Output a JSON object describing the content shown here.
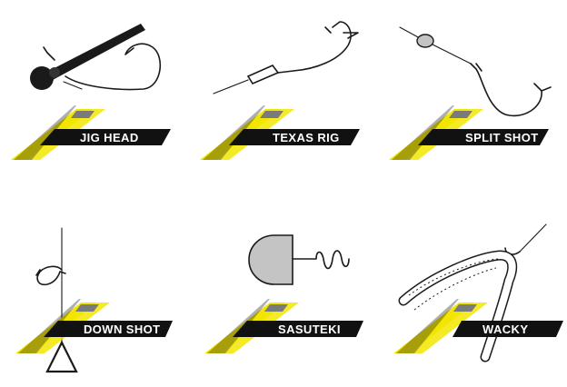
{
  "rigs": [
    {
      "label": "JIG HEAD"
    },
    {
      "label": "TEXAS RIG"
    },
    {
      "label": "SPLIT SHOT"
    },
    {
      "label": "DOWN SHOT"
    },
    {
      "label": "SASUTEKI"
    },
    {
      "label": "WACKY"
    }
  ],
  "colors": {
    "accent_yellow": "#f2e600",
    "stripe_gray": "#7a7a7a",
    "banner_black": "#111111",
    "sinker_gray": "#c4c4c4"
  }
}
